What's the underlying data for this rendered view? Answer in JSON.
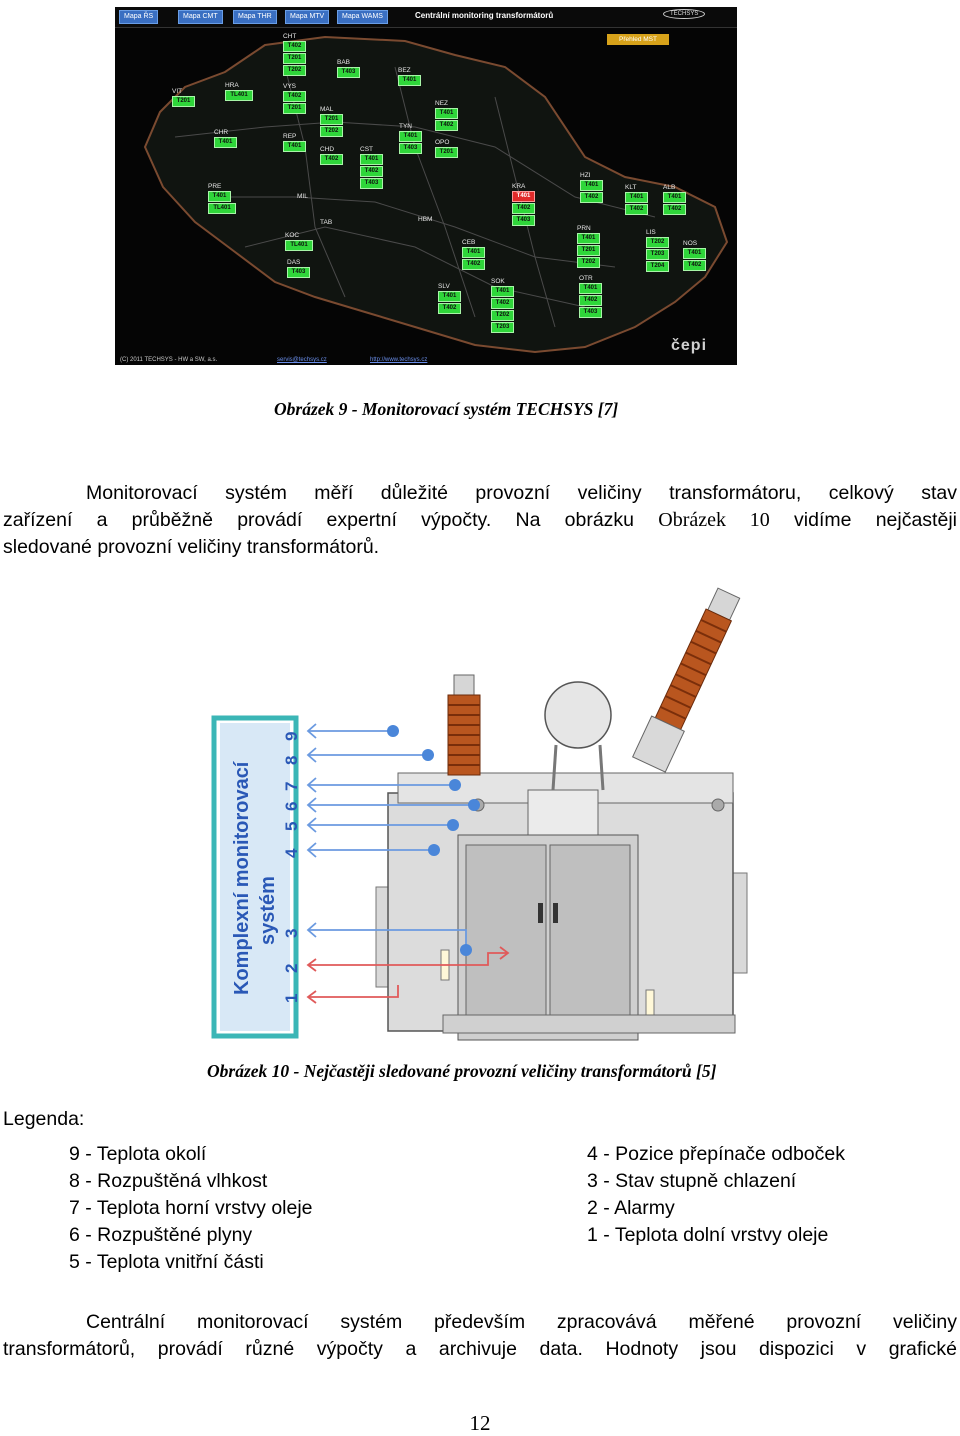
{
  "fig9": {
    "tabs": [
      "Mapa ŘS",
      "Mapa CMT",
      "Mapa THR",
      "Mapa MTV",
      "Mapa WAMS"
    ],
    "title": "Centrální monitoring transformátorů",
    "logo": "TECHSYS",
    "mst_button": "Přehled MST",
    "stations": [
      {
        "name": "CHT",
        "t": [
          "T402",
          "T201",
          "T202"
        ]
      },
      {
        "name": "BAB",
        "t": [
          "T403"
        ]
      },
      {
        "name": "BEZ",
        "t": [
          "T401"
        ]
      },
      {
        "name": "VIT",
        "t": [
          "T201"
        ]
      },
      {
        "name": "HRA",
        "t": [
          "TL401"
        ]
      },
      {
        "name": "VYS",
        "t": [
          "T402",
          "T201"
        ]
      },
      {
        "name": "MAL",
        "t": [
          "T201",
          "T202"
        ]
      },
      {
        "name": "NEZ",
        "t": [
          "T401",
          "T402"
        ]
      },
      {
        "name": "TYN",
        "t": [
          "T401",
          "T403"
        ]
      },
      {
        "name": "OPO",
        "t": [
          "T201"
        ]
      },
      {
        "name": "CHR",
        "t": [
          "T401"
        ]
      },
      {
        "name": "REP",
        "t": [
          "T401"
        ]
      },
      {
        "name": "CHD",
        "t": [
          "T402"
        ]
      },
      {
        "name": "CST",
        "t": [
          "T401",
          "T402",
          "T403"
        ]
      },
      {
        "name": "PRE",
        "t": [
          "T401",
          "TL401"
        ]
      },
      {
        "name": "KRA",
        "t": [
          "T401",
          "T402",
          "T403"
        ],
        "alarm": [
          0
        ]
      },
      {
        "name": "HZI",
        "t": [
          "T401",
          "T402"
        ]
      },
      {
        "name": "KLT",
        "t": [
          "T401",
          "T402"
        ]
      },
      {
        "name": "ALB",
        "t": [
          "T401",
          "T402"
        ]
      },
      {
        "name": "HBM",
        "t": []
      },
      {
        "name": "KOC",
        "t": [
          "TL401"
        ]
      },
      {
        "name": "DAS",
        "t": [
          "T403"
        ]
      },
      {
        "name": "CEB",
        "t": [
          "T401",
          "T402"
        ]
      },
      {
        "name": "PRN",
        "t": [
          "T401",
          "T201",
          "T202"
        ]
      },
      {
        "name": "LIS",
        "t": [
          "T202",
          "T203",
          "T204"
        ]
      },
      {
        "name": "NOS",
        "t": [
          "T401",
          "T402"
        ]
      },
      {
        "name": "SLV",
        "t": [
          "T401",
          "T402"
        ]
      },
      {
        "name": "SOK",
        "t": [
          "T401",
          "T402",
          "T202",
          "T203"
        ]
      },
      {
        "name": "OTR",
        "t": [
          "T401",
          "T402",
          "T403"
        ]
      },
      {
        "name": "MIL",
        "t": []
      },
      {
        "name": "TAB",
        "t": []
      }
    ],
    "footer_copyright": "(C) 2011 TECHSYS - HW a SW, a.s.",
    "footer_email": "servis@techsys.cz",
    "footer_url": "http://www.techsys.cz",
    "cepi_logo": "čepi"
  },
  "caption9": "Obrázek 9 - Monitorovací systém TECHSYS [7]",
  "para1": {
    "line1": "Monitorovací systém měří důležité provozní veličiny transformátoru, celkový stav",
    "line2_a": "zařízení a průběžně provádí expertní výpočty. Na obrázku",
    "line2_ref": "Obrázek 10",
    "line2_b": "vidíme nejčastěji",
    "line3": "sledované provozní veličiny transformátorů."
  },
  "fig10": {
    "panel_line1": "Komplexní monitorovací",
    "panel_line2": "systém",
    "numbers": [
      "1",
      "2",
      "3",
      "4",
      "5",
      "6",
      "7",
      "8",
      "9"
    ]
  },
  "caption10": "Obrázek 10 - Nejčastěji sledované provozní veličiny transformátorů [5]",
  "legend": {
    "title": "Legenda:",
    "left": [
      "9 - Teplota okolí",
      "8 - Rozpuštěná vlhkost",
      "7 - Teplota horní vrstvy oleje",
      "6 - Rozpuštěné plyny",
      "5 - Teplota vnitřní části"
    ],
    "right": [
      "4 - Pozice přepínače odboček",
      "3 - Stav stupně chlazení",
      "2 - Alarmy",
      "1 - Teplota dolní vrstvy oleje"
    ]
  },
  "para2": {
    "line1": "Centrální monitorovací systém především zpracovává měřené provozní veličiny",
    "line2": "transformátorů, provádí různé výpočty a archivuje data. Hodnoty jsou dispozici v grafické"
  },
  "page_number": "12"
}
